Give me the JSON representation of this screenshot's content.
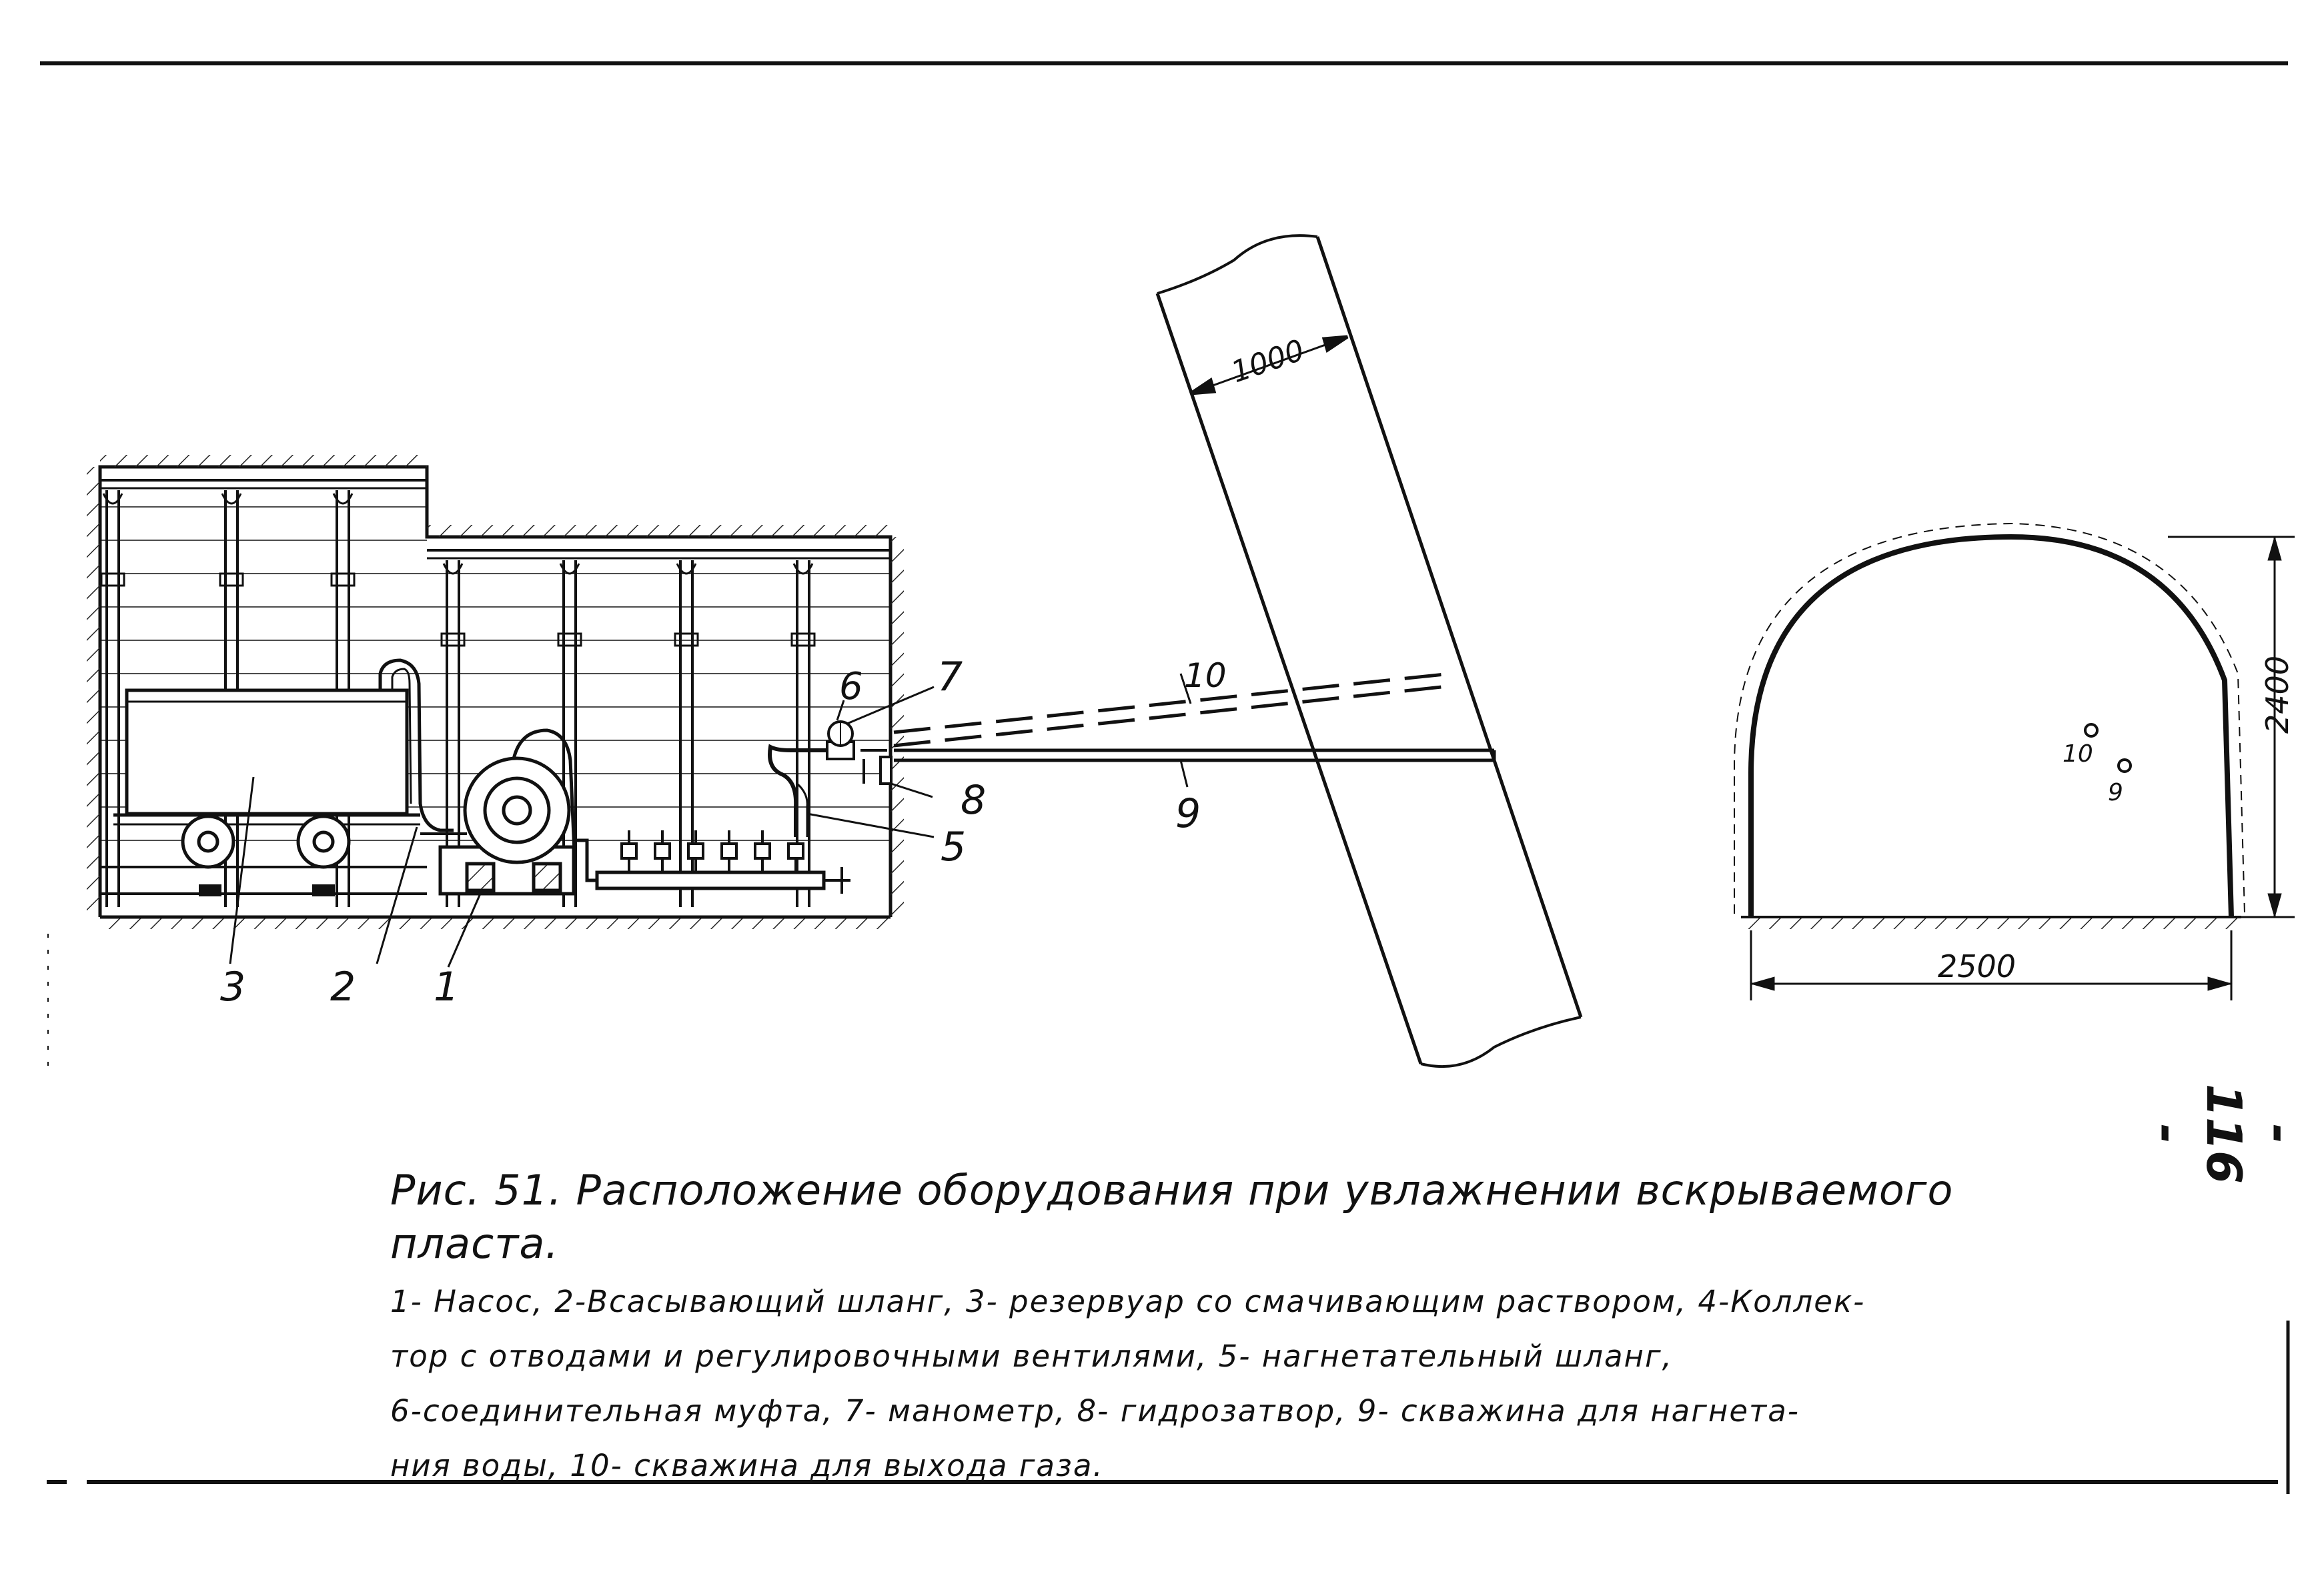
{
  "labels": {
    "l1": "1",
    "l2": "2",
    "l3": "3",
    "l5": "5",
    "l6": "6",
    "l7": "7",
    "l8": "8",
    "l9": "9",
    "l10": "10",
    "d1000": "1000",
    "d2400": "2400",
    "d2500": "2500",
    "s10": "10",
    "s9": "9"
  },
  "caption": {
    "title": "Рис. 51. Расположение оборудования при увлажнении вскрываемого пласта.",
    "line1": "1- Насос, 2-Всасывающий шланг, 3- резервуар со смачивающим раствором, 4-Коллек-",
    "line2": "тор с отводами и регулировочными вентилями, 5- нагнетательный шланг,",
    "line3": "6-соединительная муфта, 7- манометр, 8- гидрозатвор, 9- скважина для нагнета-",
    "line4": "ния воды, 10- скважина для выхода газа."
  },
  "page_number": "- 116 -"
}
